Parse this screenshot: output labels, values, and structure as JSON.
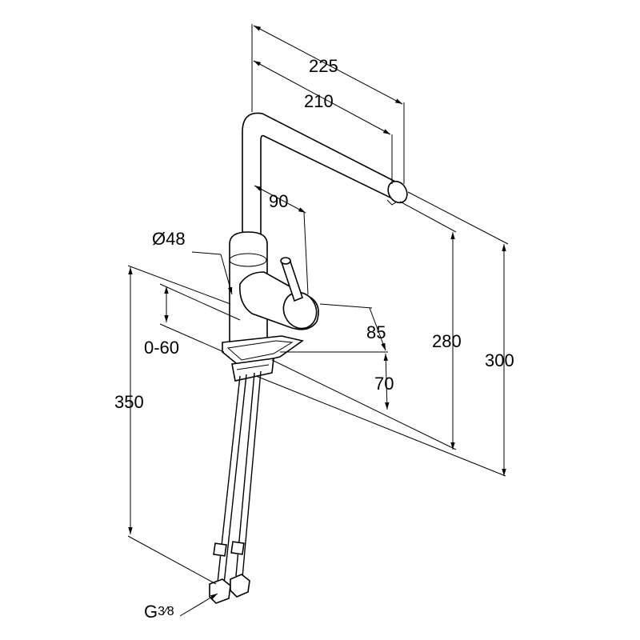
{
  "dimensions": {
    "d225": "225",
    "d210": "210",
    "d90": "90",
    "d48": "Ø48",
    "d0_60": "0-60",
    "d85": "85",
    "d70": "70",
    "d280": "280",
    "d300": "300",
    "d350": "350",
    "thread_prefix": "G",
    "thread_fraction": "3⁄8"
  },
  "colors": {
    "line": "#000000",
    "background": "#ffffff"
  }
}
